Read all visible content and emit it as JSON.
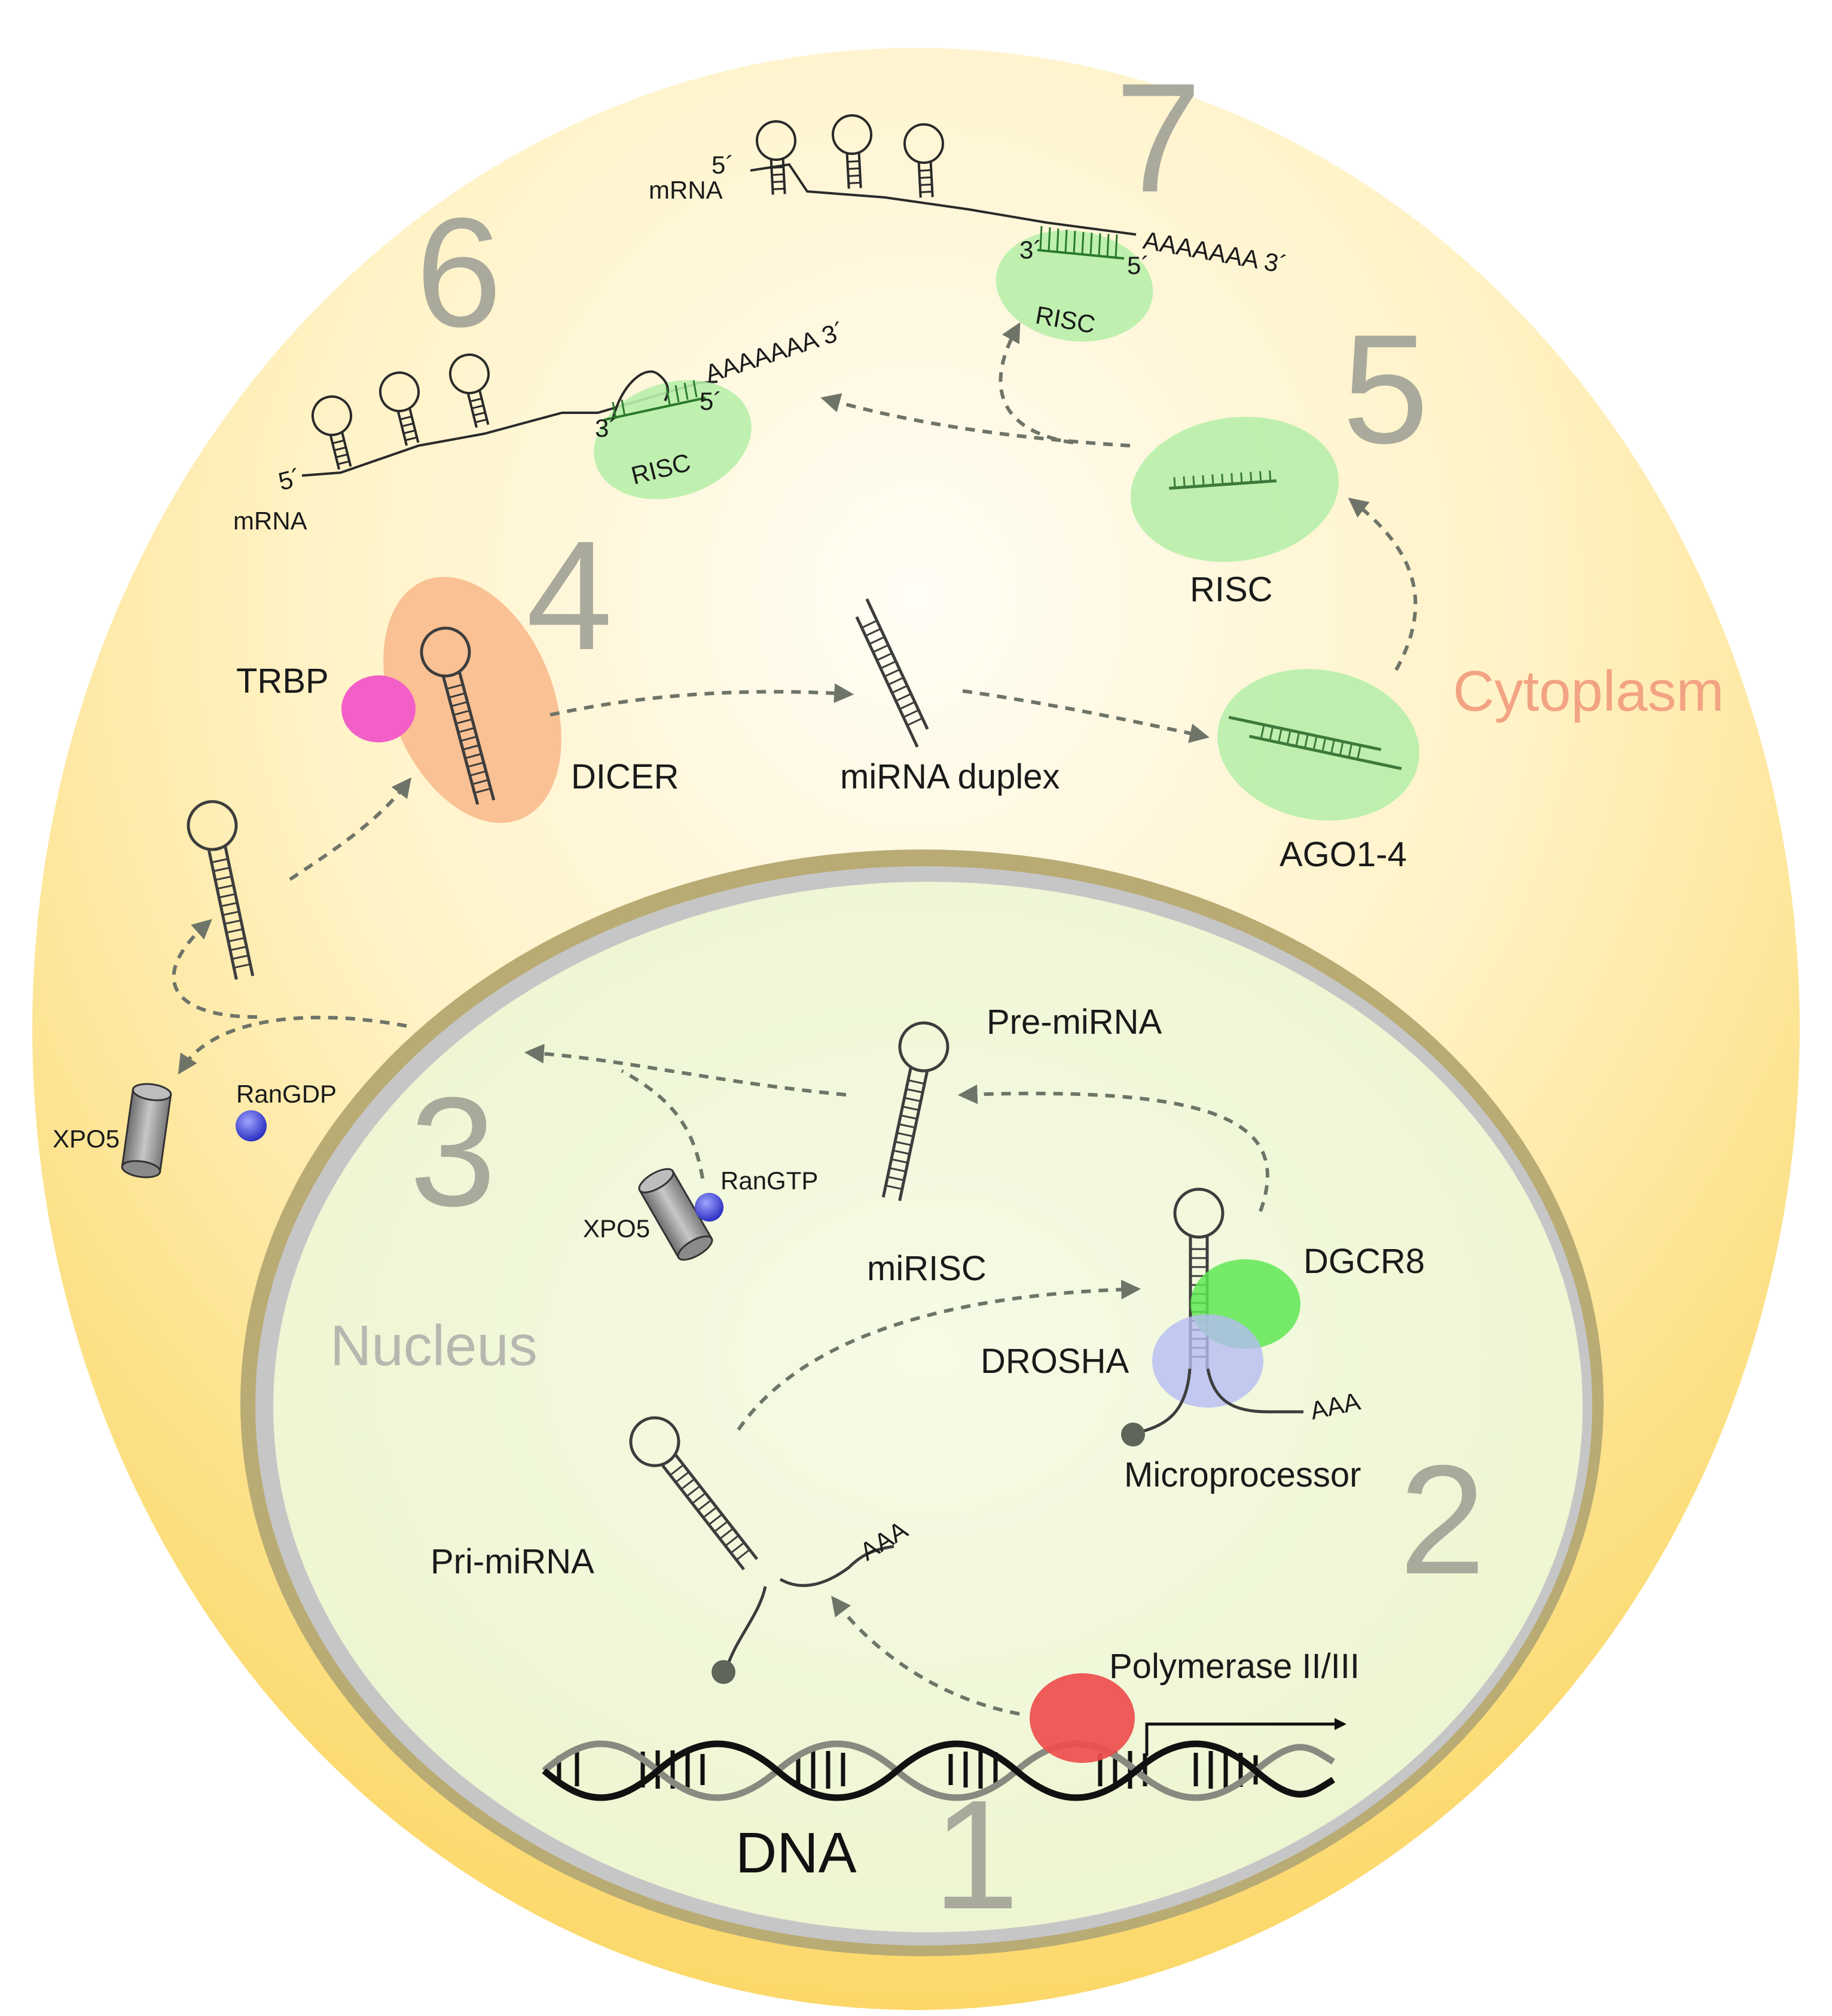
{
  "compartments": {
    "cytoplasm": "Cytoplasm",
    "nucleus": "Nucleus"
  },
  "steps": [
    "1",
    "2",
    "3",
    "4",
    "5",
    "6",
    "7"
  ],
  "labels": {
    "dna": "DNA",
    "polymerase": "Polymerase II/III",
    "pri_mirna": "Pri-miRNA",
    "pri_tail": "AAA",
    "microprocessor": "Microprocessor",
    "micro_tail": "AAA",
    "dgcr8": "DGCR8",
    "drosha": "DROSHA",
    "mirisc": "miRISC",
    "pre_mirna": "Pre-miRNA",
    "xpo5_nuc": "XPO5",
    "rangtp": "RanGTP",
    "xpo5_cyto": "XPO5",
    "rangdp": "RanGDP",
    "trbp": "TRBP",
    "dicer": "DICER",
    "mirna_duplex": "miRNA duplex",
    "ago": "AGO1-4",
    "risc": "RISC",
    "mrna6": {
      "mrna": "mRNA",
      "five_prime": "5´",
      "tail": "AAAAAAA 3´",
      "three": "3´",
      "five": "5´",
      "risc": "RISC"
    },
    "mrna7": {
      "mrna": "mRNA",
      "five_prime": "5´",
      "tail": "AAAAAAA 3´",
      "three": "3´",
      "five": "5´",
      "risc": "RISC"
    }
  },
  "colors": {
    "cytoplasm_light": "#fffbf0",
    "cytoplasm_dark": "#fbd967",
    "nucleus_fill": "#f2f8dc",
    "nuclear_envelope": "#b9ab74",
    "polymerase": "#ee4d4d",
    "dgcr8": "#5fe855",
    "drosha": "#b5bcf3",
    "trbp": "#f25fc7",
    "dicer": "#f9b789",
    "risc": "#b8eeaa",
    "ran": "#3b3fd6",
    "xpo5": "#9a9a9a",
    "step_number": "#a9aa9c",
    "arrow": "#6f7468"
  },
  "icons": [
    "dna-helix-icon",
    "hairpin-rna-icon",
    "xpo5-cylinder-icon",
    "ran-sphere-icon",
    "mrna-strand-icon"
  ]
}
